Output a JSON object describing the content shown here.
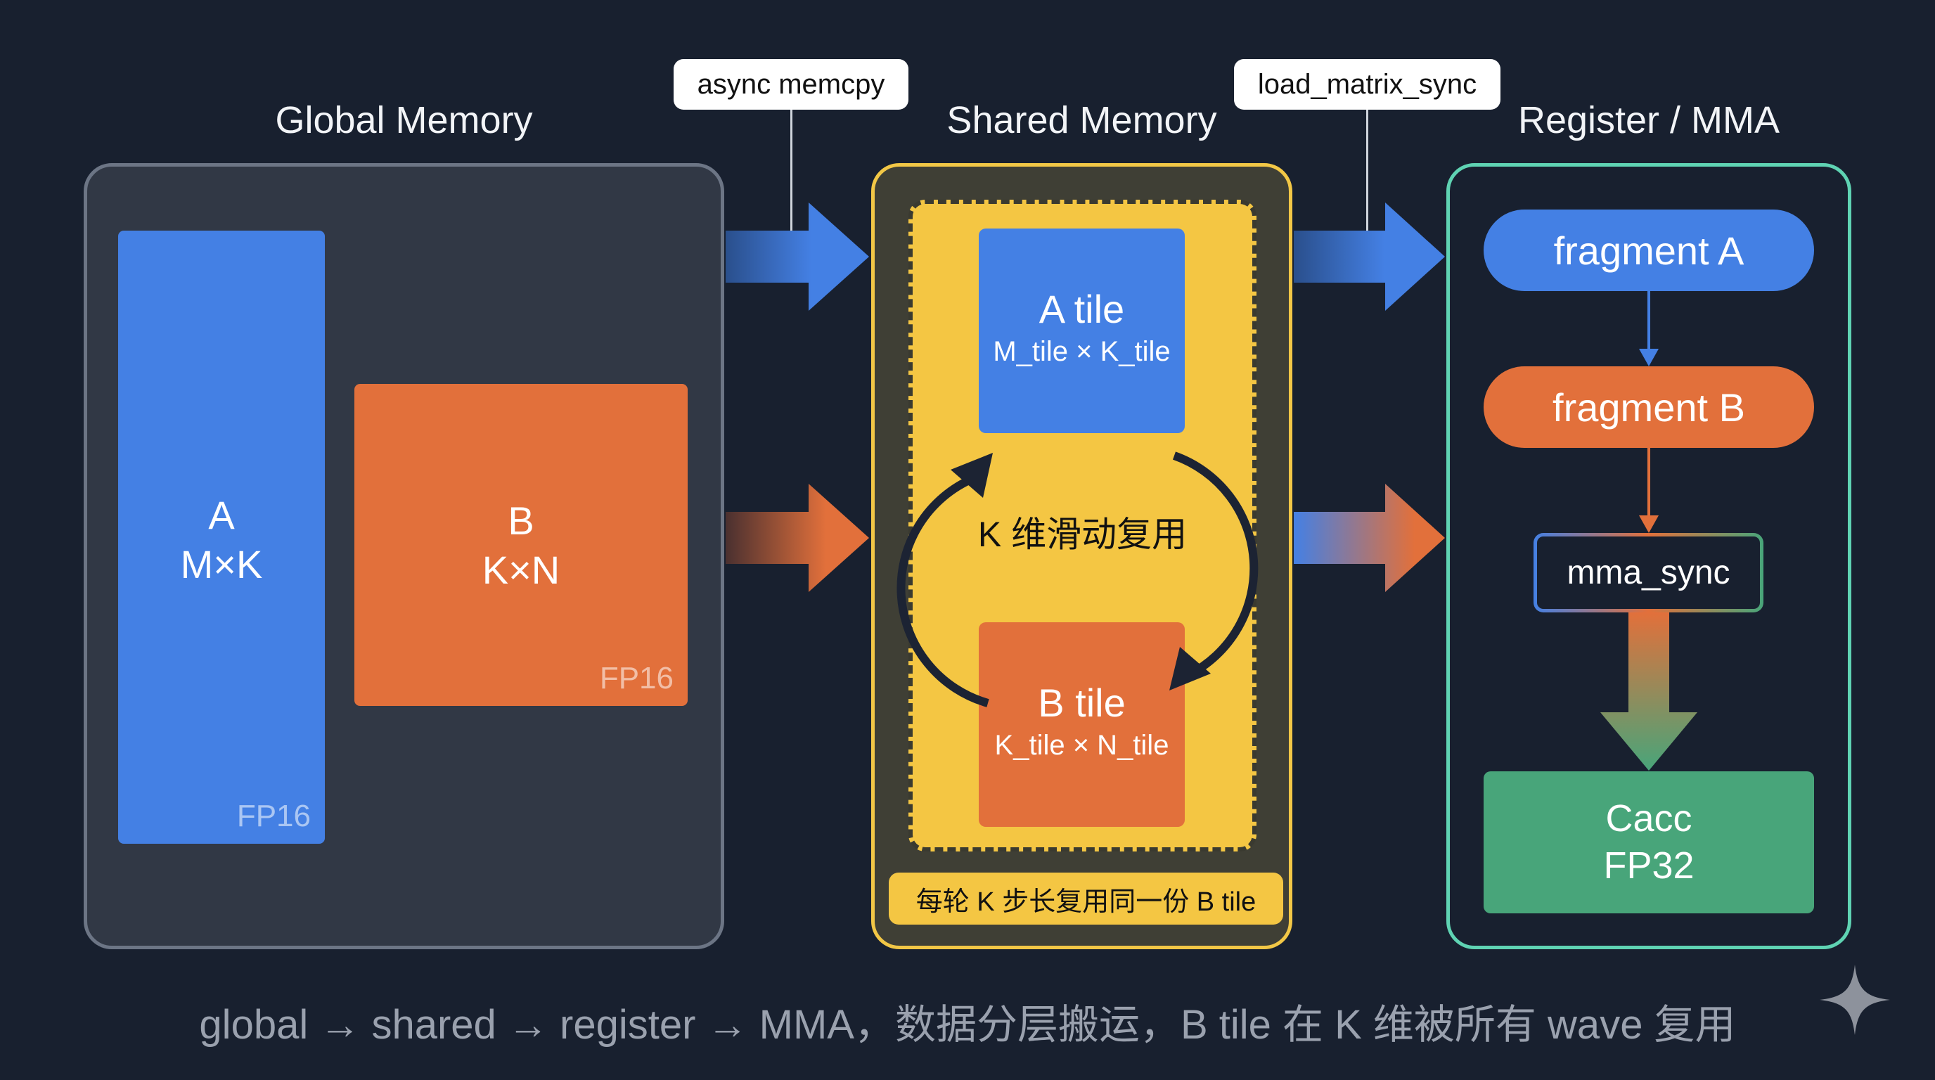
{
  "sections": {
    "global": {
      "title": "Global Memory"
    },
    "shared": {
      "title": "Shared Memory"
    },
    "register": {
      "title": "Register / MMA"
    }
  },
  "transfer_labels": {
    "global_to_shared": "async memcpy",
    "shared_to_register": "load_matrix_sync"
  },
  "global_memory": {
    "matrix_a": {
      "name": "A",
      "shape": "M×K",
      "dtype": "FP16"
    },
    "matrix_b": {
      "name": "B",
      "shape": "K×N",
      "dtype": "FP16"
    }
  },
  "shared_memory": {
    "tile_a": {
      "name": "A tile",
      "shape": "M_tile × K_tile"
    },
    "tile_b": {
      "name": "B tile",
      "shape": "K_tile × N_tile"
    },
    "cycle_label": "K 维滑动复用",
    "reuse_note": "每轮 K 步长复用同一份 B tile"
  },
  "register_mma": {
    "fragment_a": "fragment A",
    "fragment_b": "fragment B",
    "op": "mma_sync",
    "accumulator": {
      "name": "Cacc",
      "dtype": "FP32"
    }
  },
  "caption": "global → shared → register → MMA，数据分层搬运，B tile 在 K 维被所有 wave 复用",
  "colors": {
    "background": "#18202f",
    "matrix_a": "#4480e4",
    "matrix_b": "#e2703b",
    "shared": "#f4c643",
    "register_border": "#5fd3b3",
    "accumulator": "#48a57a"
  }
}
